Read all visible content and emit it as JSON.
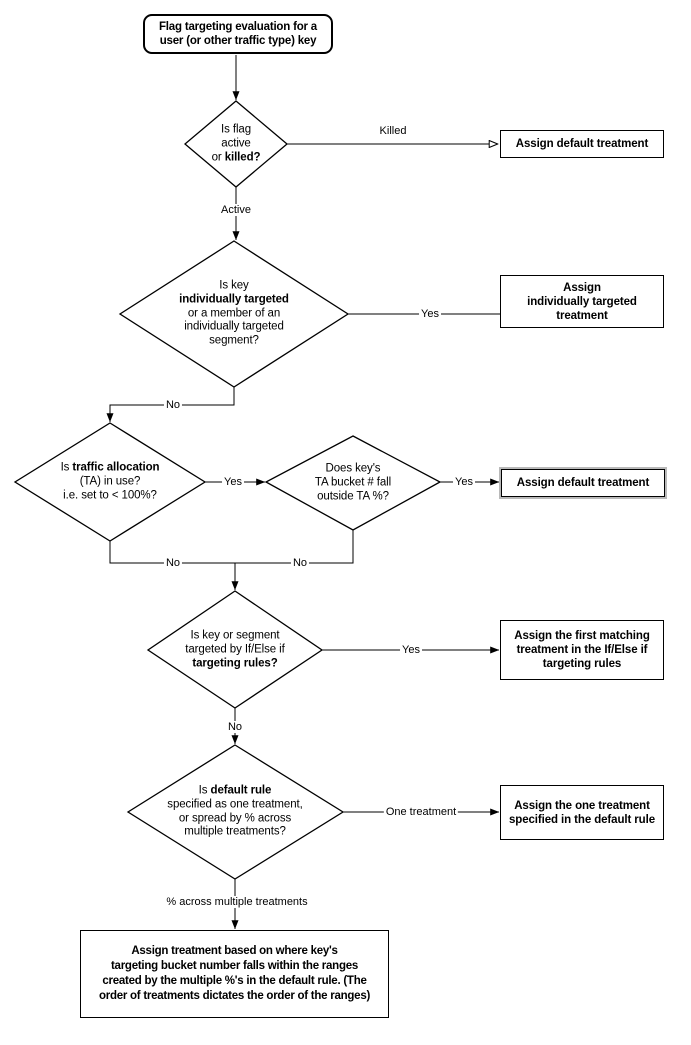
{
  "start": {
    "line1": "Flag targeting evaluation for a",
    "line2": "user (or other traffic type) key"
  },
  "diamonds": {
    "flag_status": {
      "line1": "Is flag",
      "line2": "active",
      "line3_pre": "or ",
      "line3_bold": "killed?"
    },
    "individual_targeting": {
      "line1": "Is key",
      "line2_bold": "individually targeted",
      "line3": "or a member of an",
      "line4": "individually targeted",
      "line5": "segment?"
    },
    "traffic_allocation": {
      "line1_pre": "Is ",
      "line1_bold": "traffic allocation",
      "line2": "(TA) in use?",
      "line3": "i.e. set to < 100%?"
    },
    "ta_bucket": {
      "line1": "Does key's",
      "line2": "TA bucket # fall",
      "line3": "outside TA %?"
    },
    "targeting_rules": {
      "line1": "Is key or segment",
      "line2": "targeted by If/Else if",
      "line3_bold": "targeting rules?"
    },
    "default_rule": {
      "line1_pre": "Is ",
      "line1_bold": "default rule",
      "line2": "specified as one treatment,",
      "line3": "or spread by % across",
      "line4": "multiple treatments?"
    }
  },
  "boxes": {
    "default_treatment_killed": {
      "line1": "Assign default treatment"
    },
    "individually_targeted": {
      "line1": "Assign",
      "line2": "individually targeted",
      "line3": "treatment"
    },
    "default_treatment_ta": {
      "line1": "Assign default treatment"
    },
    "first_matching": {
      "line1": "Assign the first matching",
      "line2": "treatment in the If/Else if",
      "line3": "targeting rules"
    },
    "one_treatment": {
      "line1": "Assign the one treatment",
      "line2": "specified in the default rule"
    },
    "bucket_ranges": {
      "line1": "Assign treatment based on where key's",
      "line2": "targeting bucket number falls within the ranges",
      "line3": "created by the multiple %'s in the default rule. (The",
      "line4": "order of treatments dictates the order of the ranges)"
    }
  },
  "edge_labels": {
    "killed": "Killed",
    "active": "Active",
    "individual_yes": "Yes",
    "individual_no": "No",
    "ta_yes": "Yes",
    "ta_no": "No",
    "bucket_yes": "Yes",
    "bucket_no": "No",
    "rules_yes": "Yes",
    "rules_no": "No",
    "one_treatment": "One treatment",
    "percent_across": "% across multiple treatments"
  },
  "colors": {
    "stroke": "#000000",
    "shape_fill": "#ffffff",
    "text": "#000000",
    "shadow_outline": "#b9b9b9"
  }
}
